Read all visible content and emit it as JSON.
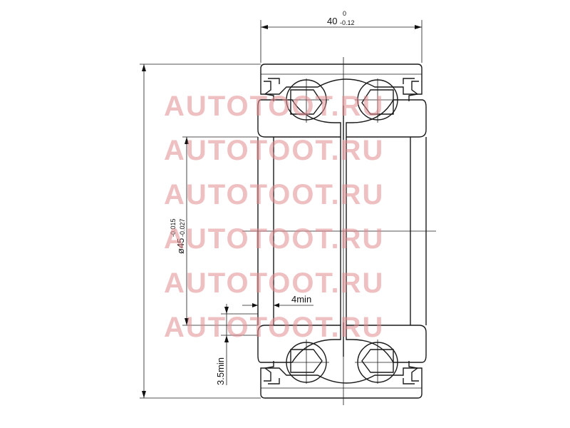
{
  "dimensions": {
    "width_main": "40",
    "width_tol_upper": "0",
    "width_tol_lower": "-0.12",
    "bore_main": "ø45",
    "bore_tol_upper": "-0.015",
    "bore_tol_lower": "-0.027",
    "chamfer_inner": "4min",
    "chamfer_outer": "3.5min"
  },
  "watermark": {
    "text": "AUTOTOOT.RU",
    "color": "#e38d92"
  }
}
